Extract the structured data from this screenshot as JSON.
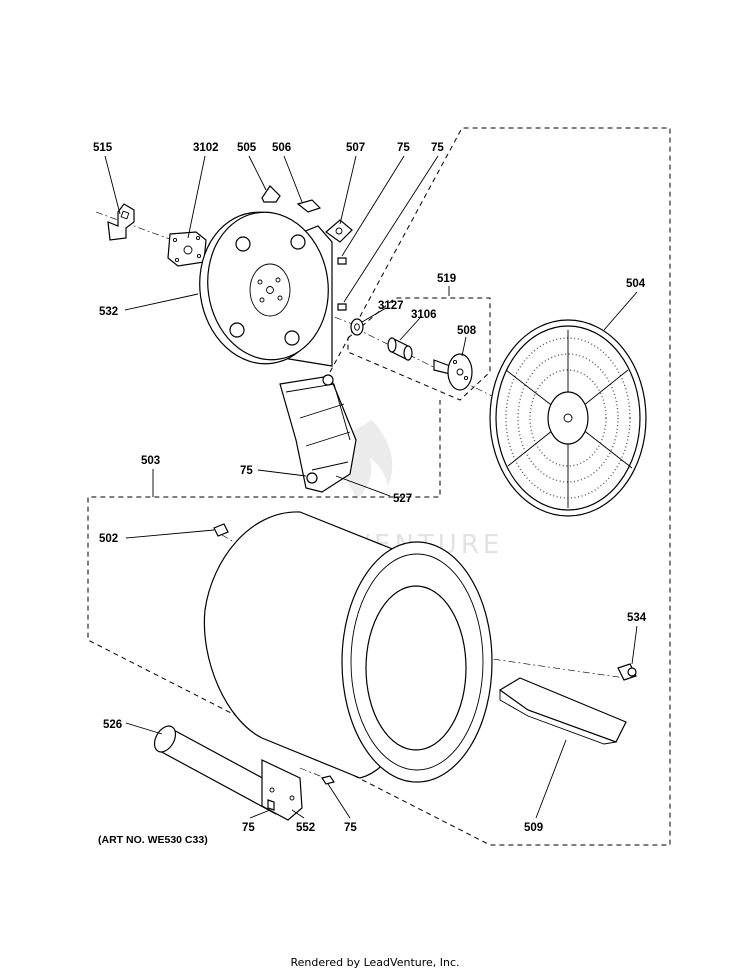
{
  "labels": {
    "p515": "515",
    "p3102": "3102",
    "p505": "505",
    "p506": "506",
    "p507": "507",
    "p75a": "75",
    "p75b": "75",
    "p519": "519",
    "p504": "504",
    "p532": "532",
    "p3127": "3127",
    "p3106": "3106",
    "p508": "508",
    "p503": "503",
    "p75c": "75",
    "p527": "527",
    "p502": "502",
    "p534": "534",
    "p526": "526",
    "p75d": "75",
    "p552": "552",
    "p75e": "75",
    "p509": "509"
  },
  "art_number": "(ART NO. WE530 C33)",
  "watermark": "LEADVENTURE",
  "footer": "Rendered by LeadVenture, Inc."
}
